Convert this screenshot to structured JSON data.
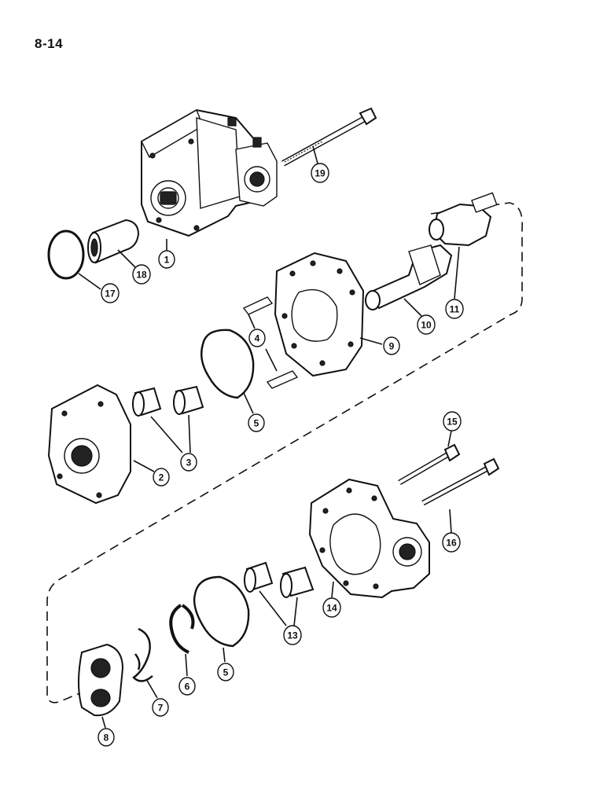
{
  "page": {
    "number": "8-14"
  },
  "callouts": [
    {
      "id": "c1",
      "label": "1"
    },
    {
      "id": "c2",
      "label": "2"
    },
    {
      "id": "c3",
      "label": "3"
    },
    {
      "id": "c4",
      "label": "4"
    },
    {
      "id": "c5a",
      "label": "5"
    },
    {
      "id": "c5b",
      "label": "5"
    },
    {
      "id": "c6",
      "label": "6"
    },
    {
      "id": "c7",
      "label": "7"
    },
    {
      "id": "c8",
      "label": "8"
    },
    {
      "id": "c9",
      "label": "9"
    },
    {
      "id": "c10",
      "label": "10"
    },
    {
      "id": "c11",
      "label": "11"
    },
    {
      "id": "c13",
      "label": "13"
    },
    {
      "id": "c14",
      "label": "14"
    },
    {
      "id": "c15",
      "label": "15"
    },
    {
      "id": "c16",
      "label": "16"
    },
    {
      "id": "c17",
      "label": "17"
    },
    {
      "id": "c18",
      "label": "18"
    },
    {
      "id": "c19",
      "label": "19"
    }
  ]
}
